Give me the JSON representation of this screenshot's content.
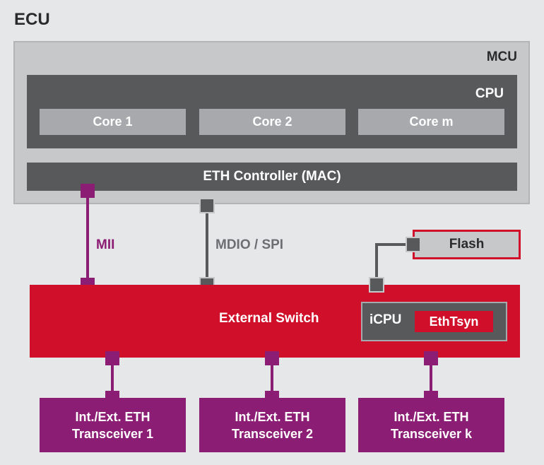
{
  "title": "ECU",
  "mcu": {
    "label": "MCU"
  },
  "cpu": {
    "label": "CPU",
    "cores": [
      "Core 1",
      "Core 2",
      "Core m"
    ]
  },
  "eth_controller": {
    "label": "ETH Controller (MAC)"
  },
  "interfaces": {
    "mii": "MII",
    "mdio_spi": "MDIO / SPI"
  },
  "flash": {
    "label": "Flash"
  },
  "external_switch": {
    "label": "External Switch",
    "icpu": "iCPU",
    "ethtsyn": "EthTsyn"
  },
  "transceivers": [
    {
      "line1": "Int./Ext. ETH",
      "line2": "Transceiver 1"
    },
    {
      "line1": "Int./Ext. ETH",
      "line2": "Transceiver 2"
    },
    {
      "line1": "Int./Ext. ETH",
      "line2": "Transceiver k"
    }
  ],
  "colors": {
    "red": "#d0102a",
    "purple": "#8c1d74",
    "dark_gray": "#58595b",
    "light_gray": "#c7c8ca"
  }
}
